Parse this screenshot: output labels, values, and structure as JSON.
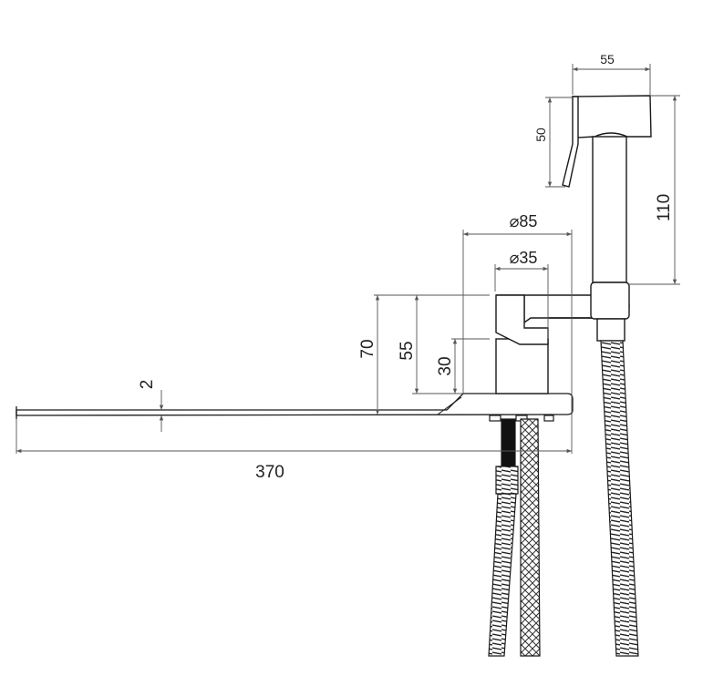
{
  "dimensions": {
    "shower_head_width": "55",
    "shower_head_height": "50",
    "shower_total_length": "110",
    "base_diameter": "⌀85",
    "body_diameter": "⌀35",
    "total_height": "70",
    "handle_height": "55",
    "body_height": "30",
    "spout_thickness": "2",
    "spout_length": "370"
  },
  "colors": {
    "line": "#1a1a1a",
    "dim": "#555555"
  }
}
